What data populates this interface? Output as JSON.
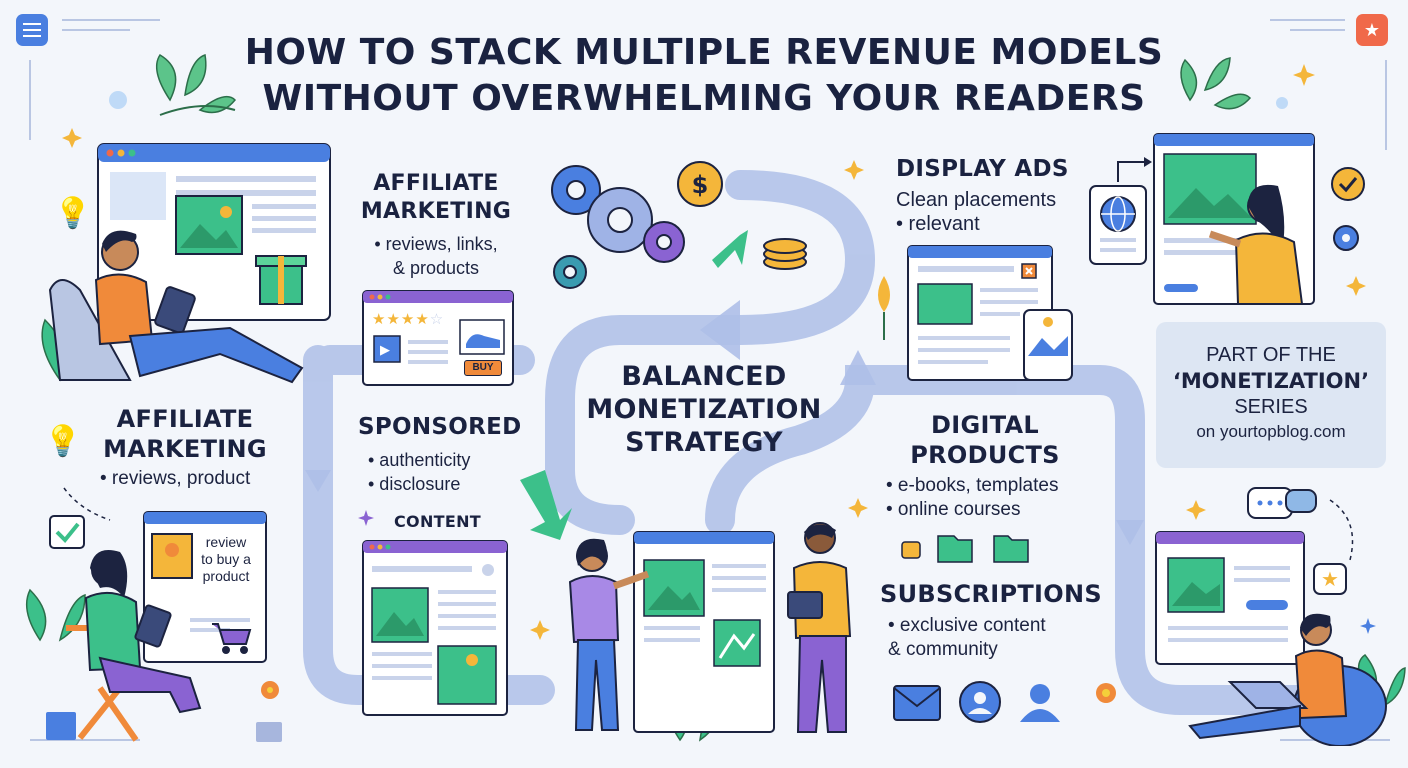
{
  "header": {
    "title_line1": "HOW TO STACK MULTIPLE REVENUE MODELS",
    "title_line2": "WITHOUT OVERWHELMING YOUR READERS"
  },
  "affiliate_top": {
    "heading_line1": "AFFILIATE",
    "heading_line2": "MARKETING",
    "bullet_line1": "• reviews, links,",
    "bullet_line2": "& products",
    "buy_button": "BUY"
  },
  "affiliate_left": {
    "heading_line1": "AFFILIATE",
    "heading_line2": "MARKETING",
    "bullet": "• reviews, product",
    "card_text_line1": "review",
    "card_text_line2": "to buy a",
    "card_text_line3": "product"
  },
  "sponsored": {
    "heading": "SPONSORED",
    "bullet1": "• authenticity",
    "bullet2": "• disclosure",
    "sub_heading": "CONTENT"
  },
  "center": {
    "line1": "BALANCED",
    "line2": "MONETIZATION",
    "line3": "STRATEGY"
  },
  "display_ads": {
    "heading": "DISPLAY ADS",
    "line1": "Clean placements",
    "line2": "• relevant"
  },
  "digital_products": {
    "heading_line1": "DIGITAL",
    "heading_line2": "PRODUCTS",
    "bullet1": "• e-books, templates",
    "bullet2": "• online courses"
  },
  "subscriptions": {
    "heading": "SUBSCRIPTIONS",
    "bullet1": "• exclusive content",
    "bullet2": "& community"
  },
  "series": {
    "line1": "PART OF THE",
    "line2": "‘MONETIZATION’",
    "line3": "SERIES",
    "line4": "on yourtopblog.com"
  },
  "colors": {
    "accent_blue": "#4a7fe0",
    "flow_blue": "#aab9e6",
    "green": "#3cc08a",
    "orange": "#f08a3a",
    "purple": "#8a63d2",
    "dark_text": "#1a2240"
  },
  "icons": [
    "menu-icon",
    "star-badge-icon",
    "lightbulb-icon",
    "gear-icon",
    "dollar-coin-icon",
    "coins-icon",
    "check-icon",
    "globe-icon",
    "shopping-cart-icon",
    "play-icon",
    "envelope-icon",
    "user-icon",
    "chat-icon",
    "sparkle-icon",
    "leaf-icon",
    "flower-icon"
  ]
}
